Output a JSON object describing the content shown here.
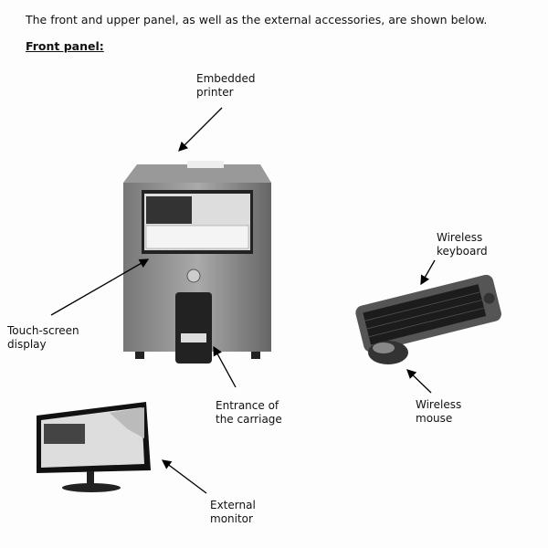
{
  "intro": "The front and upper panel, as well as the external accessories, are shown below.",
  "heading": "Front panel:",
  "labels": {
    "printer": [
      "Embedded",
      "printer"
    ],
    "touchscreen": [
      "Touch-screen",
      "display"
    ],
    "carriage": [
      "Entrance of",
      "the carriage"
    ],
    "keyboard": [
      "Wireless",
      "keyboard"
    ],
    "mouse": [
      "Wireless",
      "mouse"
    ],
    "monitor": [
      "External",
      "monitor"
    ]
  }
}
